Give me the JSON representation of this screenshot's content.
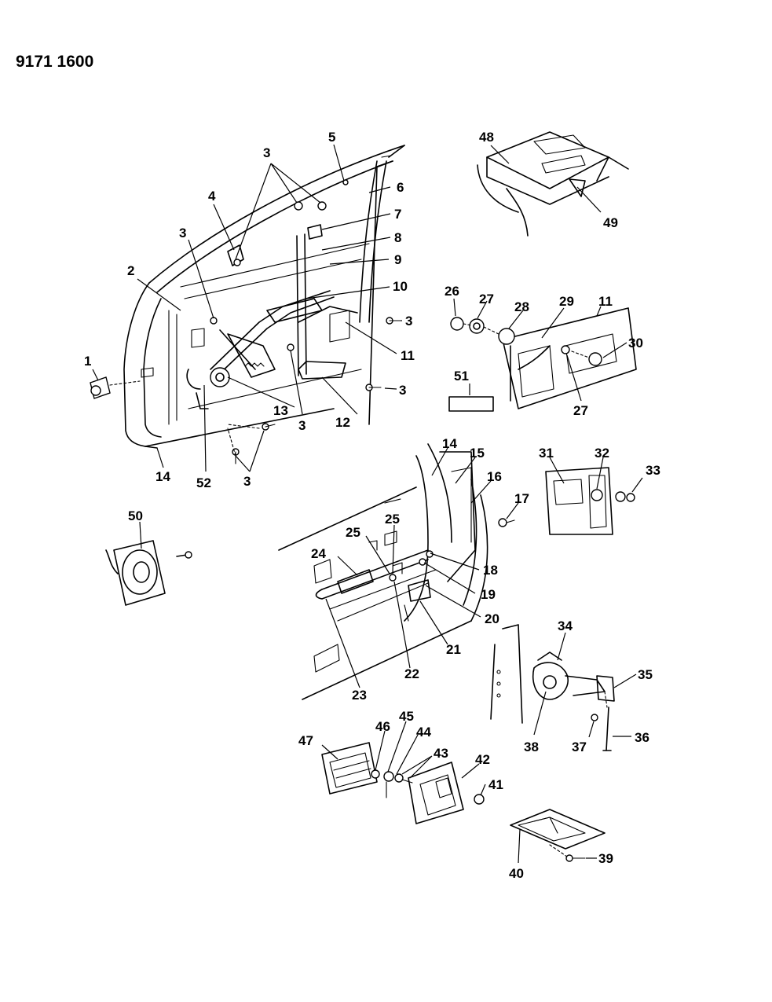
{
  "diagram_code": "9171 1600",
  "callouts": [
    "1",
    "2",
    "3",
    "4",
    "5",
    "6",
    "7",
    "8",
    "9",
    "10",
    "11",
    "12",
    "13",
    "14",
    "15",
    "16",
    "17",
    "18",
    "19",
    "20",
    "21",
    "22",
    "23",
    "24",
    "25",
    "26",
    "27",
    "28",
    "29",
    "30",
    "31",
    "32",
    "33",
    "34",
    "35",
    "36",
    "37",
    "38",
    "39",
    "40",
    "41",
    "42",
    "43",
    "44",
    "45",
    "46",
    "47",
    "48",
    "49",
    "50",
    "51",
    "52"
  ]
}
